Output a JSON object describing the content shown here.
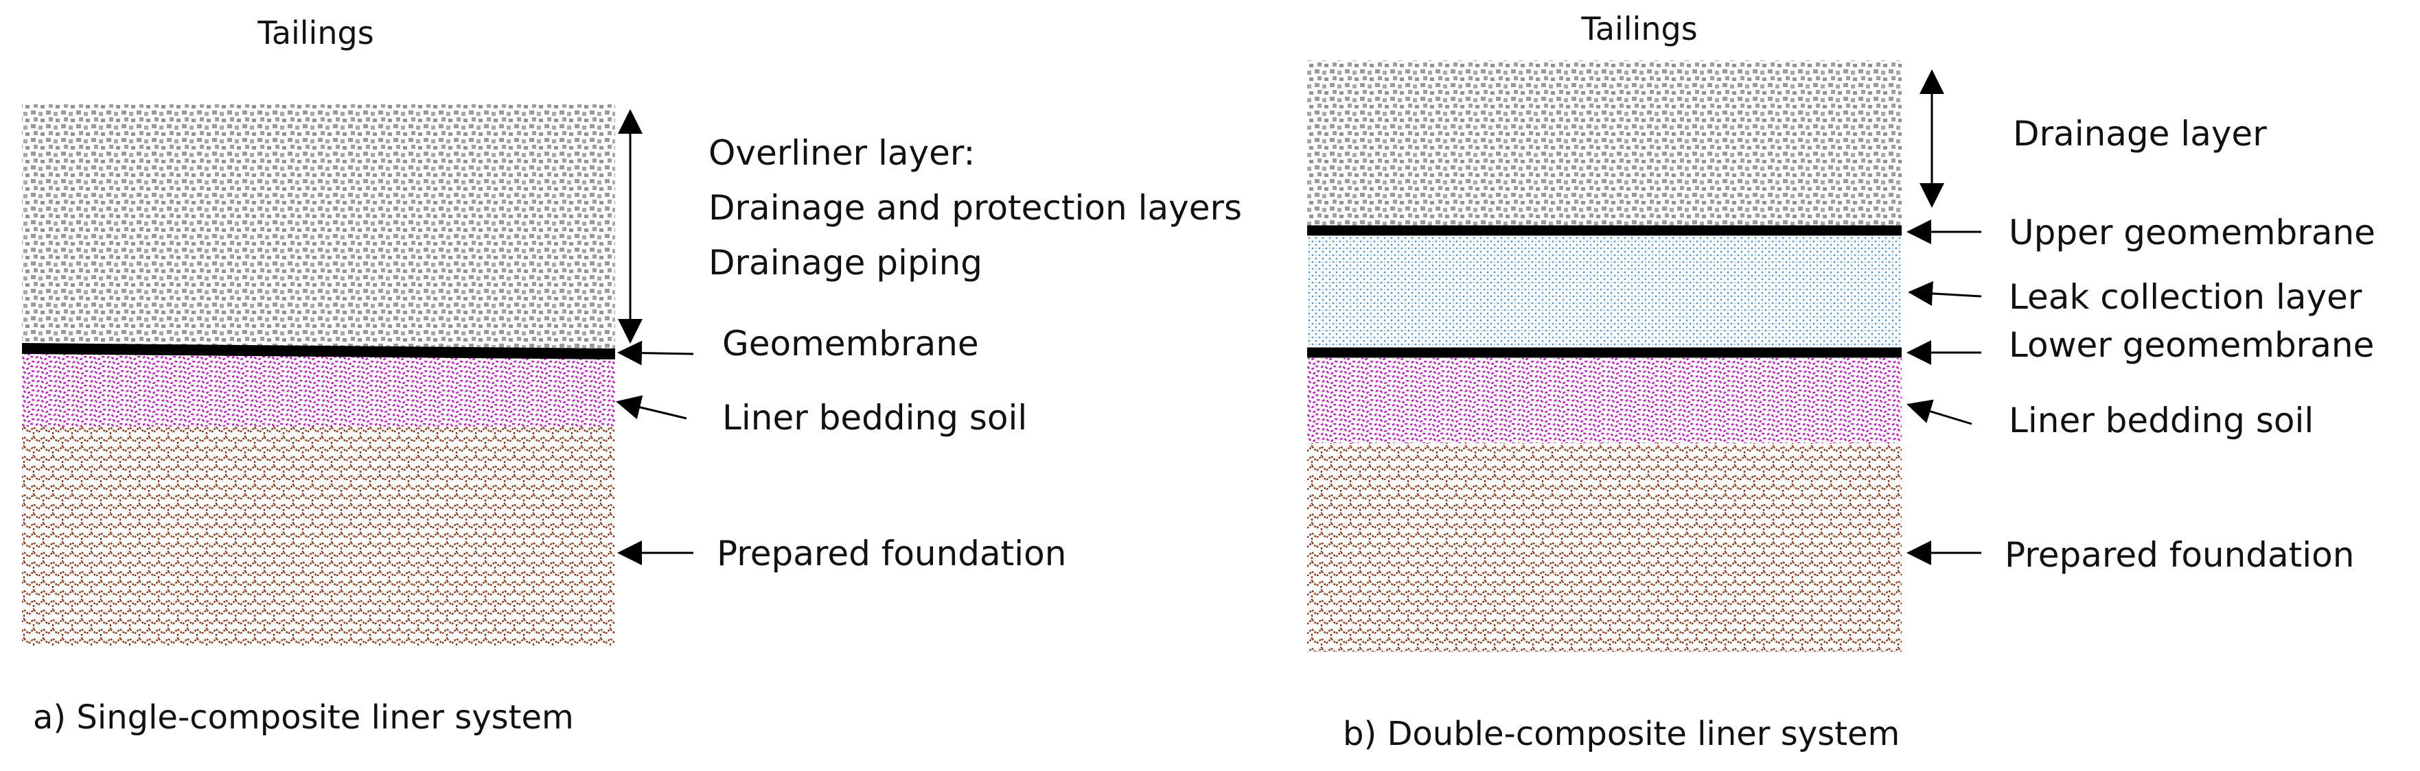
{
  "panel_a": {
    "top_label": "Tailings",
    "caption": "a) Single-composite liner system",
    "labels": {
      "overliner_1": "Overliner layer:",
      "overliner_2": "Drainage and protection layers",
      "overliner_3": "Drainage piping",
      "geomembrane": "Geomembrane",
      "bedding": "Liner bedding soil",
      "foundation": "Prepared foundation"
    }
  },
  "panel_b": {
    "top_label": "Tailings",
    "caption": "b) Double-composite liner system",
    "labels": {
      "drainage": "Drainage layer",
      "upper_geomembrane": "Upper geomembrane",
      "leak_collection": "Leak collection layer",
      "lower_geomembrane": "Lower geomembrane",
      "bedding": "Liner bedding soil",
      "foundation": "Prepared foundation"
    }
  },
  "colors": {
    "gravel": "#9a9a9a",
    "bedding": "#c020c0",
    "foundation": "#8b3a1a",
    "leak": "#4f93d6",
    "membrane": "#000000"
  }
}
